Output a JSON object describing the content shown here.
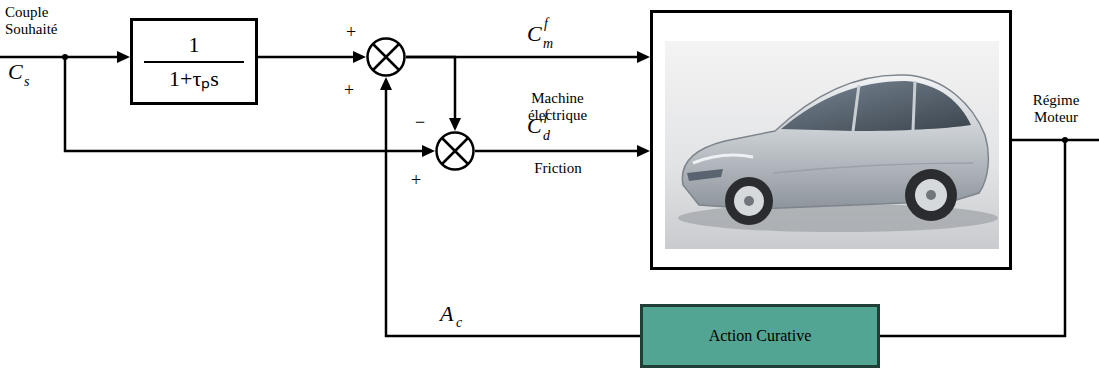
{
  "diagram": {
    "nodes": [
      {
        "text": [
          "1",
          "1+τₚs"
        ]
      },
      {
        "text": [
          "+",
          "+"
        ]
      },
      {
        "text": [
          "−",
          "+"
        ]
      },
      {},
      {
        "text": [
          "Action Curative"
        ]
      }
    ],
    "edges": [
      {
        "from": 0,
        "to": 1,
        "arrow": "to"
      },
      {
        "from": 1,
        "to": 3,
        "label": "Machine électrique",
        "arrow": "to"
      },
      {
        "from": 1,
        "to": 2,
        "arrow": "to"
      },
      {
        "from": 2,
        "to": 3,
        "label": "Friction",
        "arrow": "to"
      },
      {
        "from": 3,
        "to": 4,
        "arrow": "none"
      },
      {
        "from": 4,
        "to": 1,
        "arrow": "to"
      }
    ],
    "labels": [
      "Couple Souhaité",
      "C",
      "s",
      "C",
      "m",
      "f",
      "C",
      "d",
      "f",
      "Régime Moteur",
      "A",
      "c"
    ]
  }
}
